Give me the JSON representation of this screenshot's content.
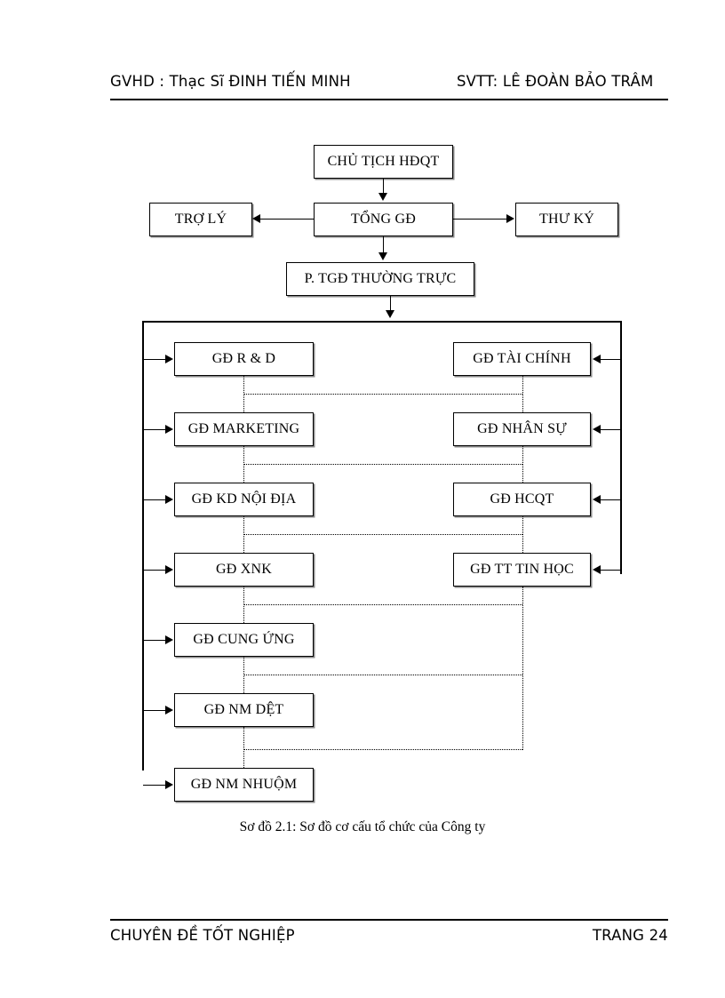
{
  "page": {
    "header": {
      "left": "GVHD : Thạc Sĩ ĐINH TIẾN MINH",
      "right": "SVTT: LÊ ĐOÀN BẢO TRÂM"
    },
    "footer": {
      "left": "CHUYÊN ĐỀ TỐT NGHIỆP",
      "right": "TRANG 24"
    },
    "caption": "Sơ đồ 2.1: Sơ đồ cơ cấu tổ chức của Công ty"
  },
  "diagram": {
    "top": {
      "chairman": "CHỦ TỊCH HĐQT",
      "assistant": "TRỢ LÝ",
      "general_director": "TỔNG GĐ",
      "secretary": "THƯ KÝ",
      "deputy": "P. TGĐ THƯỜNG TRỰC"
    },
    "left_column": [
      {
        "label": "GĐ R & D"
      },
      {
        "label": "GĐ MARKETING"
      },
      {
        "label": "GĐ KD NỘI ĐỊA"
      },
      {
        "label": "GĐ XNK"
      },
      {
        "label": "GĐ CUNG ỨNG"
      },
      {
        "label": "GĐ NM DỆT"
      },
      {
        "label": "GĐ NM NHUỘM"
      }
    ],
    "right_column": [
      {
        "label": "GĐ TÀI CHÍNH"
      },
      {
        "label": "GĐ NHÂN SỰ"
      },
      {
        "label": "GĐ HCQT"
      },
      {
        "label": "GĐ TT TIN HỌC"
      }
    ],
    "colors": {
      "line": "#000000",
      "box_fill": "#ffffff",
      "shadow": "#8a8a8a"
    }
  }
}
